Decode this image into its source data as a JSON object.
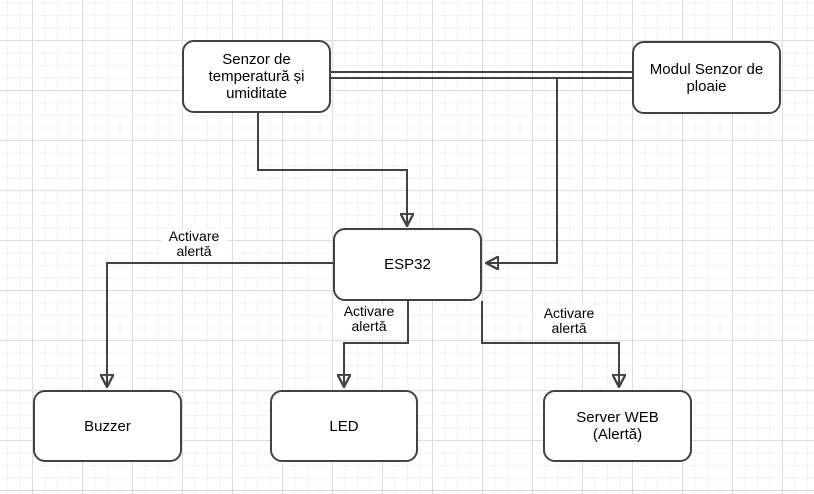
{
  "nodes": {
    "temp_sensor": {
      "label": "Senzor de temperatură și umiditate"
    },
    "rain_sensor": {
      "label": "Modul Senzor de ploaie"
    },
    "esp32": {
      "label": "ESP32"
    },
    "buzzer": {
      "label": "Buzzer"
    },
    "led": {
      "label": "LED"
    },
    "web_server": {
      "label": "Server WEB (Alertă)"
    }
  },
  "edge_labels": {
    "to_buzzer": "Activare alertă",
    "to_led": "Activare alertă",
    "to_web": "Activare alertă"
  },
  "colors": {
    "background": "#ffffff",
    "grid_minor": "#f3f3f3",
    "grid_major": "#dcdcdc",
    "edge_stroke": "#424242",
    "arrowhead": "#000000",
    "node_fill": "#ffffff",
    "node_border": "#424242",
    "text": "#000000"
  }
}
